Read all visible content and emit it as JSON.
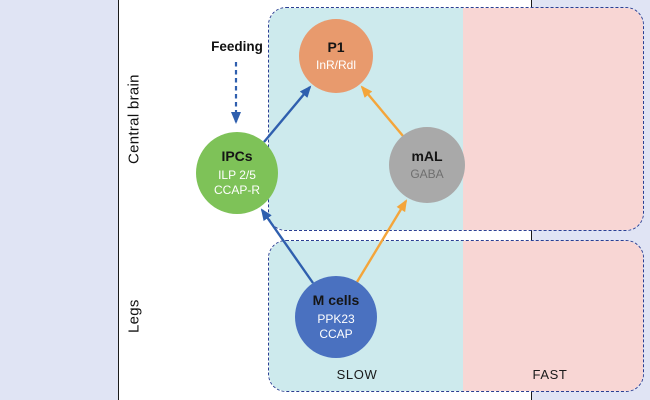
{
  "figure": {
    "regions": [
      {
        "id": "central-brain",
        "label": "Central brain"
      },
      {
        "id": "legs",
        "label": "Legs"
      }
    ],
    "zones": [
      {
        "id": "slow",
        "label": "SLOW"
      },
      {
        "id": "fast",
        "label": "FAST"
      }
    ],
    "annotations": {
      "feeding": "Feeding"
    },
    "nodes": {
      "p1": {
        "title": "P1",
        "molecules": [
          "InR/Rdl"
        ]
      },
      "ipcs": {
        "title": "IPCs",
        "molecules": [
          "ILP 2/5",
          "CCAP-R"
        ]
      },
      "mal": {
        "title": "mAL",
        "molecules": [
          "GABA"
        ]
      },
      "mcells": {
        "title": "M cells",
        "molecules": [
          "PPK23",
          "CCAP"
        ]
      }
    },
    "edges": [
      {
        "from": "Feeding",
        "to": "IPCs",
        "style": "dashed",
        "color": "blue"
      },
      {
        "from": "IPCs",
        "to": "P1",
        "style": "solid",
        "color": "blue"
      },
      {
        "from": "mAL",
        "to": "P1",
        "style": "solid",
        "color": "orange"
      },
      {
        "from": "M cells",
        "to": "IPCs",
        "style": "solid",
        "color": "blue"
      },
      {
        "from": "M cells",
        "to": "mAL",
        "style": "solid",
        "color": "orange"
      }
    ]
  },
  "colors": {
    "outer_bg": "#e0e4f4",
    "panel_bg": "#ffffff",
    "slow_bg": "#cdeaed",
    "fast_bg": "#f8d6d4",
    "dashed_border": "#2a3e92",
    "p1_fill": "#e89a6d",
    "ipcs_fill": "#7ec258",
    "mal_fill": "#a9a9a9",
    "mcells_fill": "#4a71c0",
    "blue_arrow": "#2f5fae",
    "orange_arrow": "#f4a53a"
  }
}
